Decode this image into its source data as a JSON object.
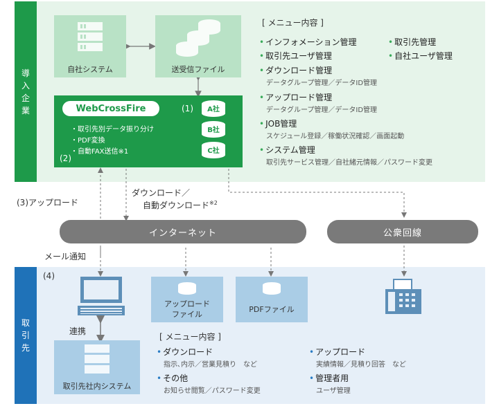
{
  "enterprise_band": {
    "label": [
      "導",
      "入",
      "企",
      "業"
    ]
  },
  "client_band": {
    "label": [
      "取",
      "引",
      "先"
    ]
  },
  "nodes": {
    "own_system": "自社システム",
    "file_transfer": "送受信ファイル",
    "client_system": "取引先社内システム",
    "upload_file": [
      "アップロード",
      "ファイル"
    ],
    "pdf_file": "PDFファイル"
  },
  "webcrossfire": {
    "title": "WebCrossFire",
    "num1": "(1)",
    "num2": "(2)",
    "bullets": [
      "・取引先別データ振り分け",
      "・PDF変換",
      "・自動FAX送信※1"
    ],
    "companies": [
      "A社",
      "B社",
      "C社"
    ]
  },
  "enterprise_menu": {
    "title": "[ メニュー内容 ]",
    "items": [
      {
        "label": "インフォメーション管理",
        "sub": ""
      },
      {
        "label": "取引先管理",
        "sub": ""
      },
      {
        "label": "取引先ユーザ管理",
        "sub": ""
      },
      {
        "label": "自社ユーザ管理",
        "sub": ""
      },
      {
        "label": "ダウンロード管理",
        "sub": "データグループ管理／データID管理"
      },
      {
        "label": "アップロード管理",
        "sub": "データグループ管理／データID管理"
      },
      {
        "label": "JOB管理",
        "sub": "スケジュール登録／稼働状況確認／画面起動"
      },
      {
        "label": "システム管理",
        "sub": "取引先サービス管理／自社緒元情報／パスワード変更"
      }
    ]
  },
  "network": {
    "internet": "インターネット",
    "public_line": "公衆回線"
  },
  "flows": {
    "upload": "(3)アップロード",
    "download": [
      "ダウンロード／",
      "自動ダウンロード"
    ],
    "download_note": "※2",
    "mail": "メール通知",
    "link": "連携",
    "num4": "(4)"
  },
  "client_menu": {
    "title": "[ メニュー内容 ]",
    "items": [
      {
        "label": "ダウンロード",
        "sub": "指示､内示／営業見積り　など"
      },
      {
        "label": "その他",
        "sub": "お知らせ閲覧／パスワード変更"
      },
      {
        "label": "アップロード",
        "sub": "実績情報／見積り回答　など"
      },
      {
        "label": "管理者用",
        "sub": "ユーザ管理"
      }
    ]
  },
  "colors": {
    "green_band": "#1e9a4a",
    "green_bg": "#e6f4ea",
    "blue_band": "#1f72b8",
    "blue_bg": "#e6eff8",
    "pill": "#7a7a7a"
  }
}
